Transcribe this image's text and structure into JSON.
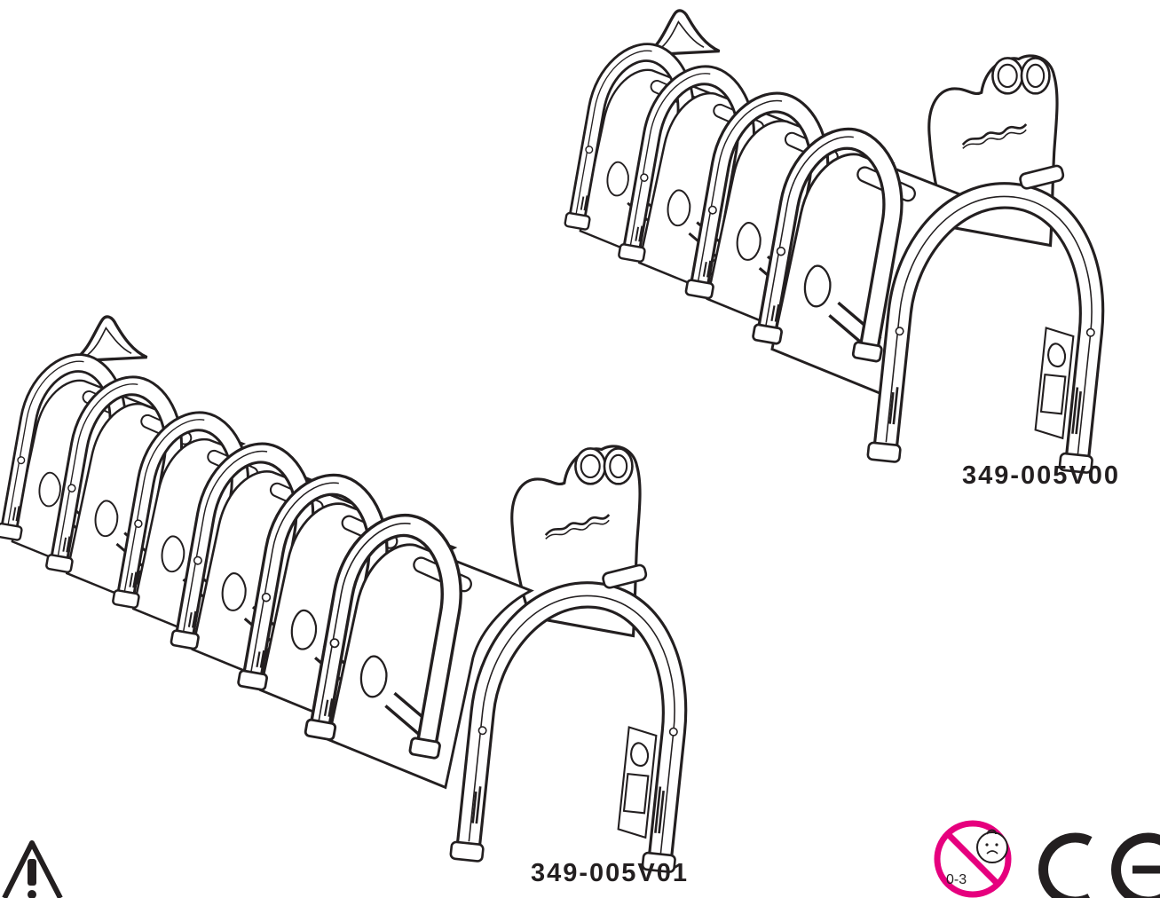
{
  "document": {
    "products": [
      {
        "model": "349-005V00"
      },
      {
        "model": "349-005V01"
      }
    ],
    "marks": {
      "age_warning": {
        "text": "0-3",
        "icon": "no-under-3-icon",
        "color": "#e6007e"
      },
      "ce_mark": {
        "icon": "ce-mark-icon"
      },
      "warning": {
        "icon": "warning-triangle-icon"
      }
    },
    "colors": {
      "line": "#231f20",
      "background": "#ffffff"
    }
  }
}
